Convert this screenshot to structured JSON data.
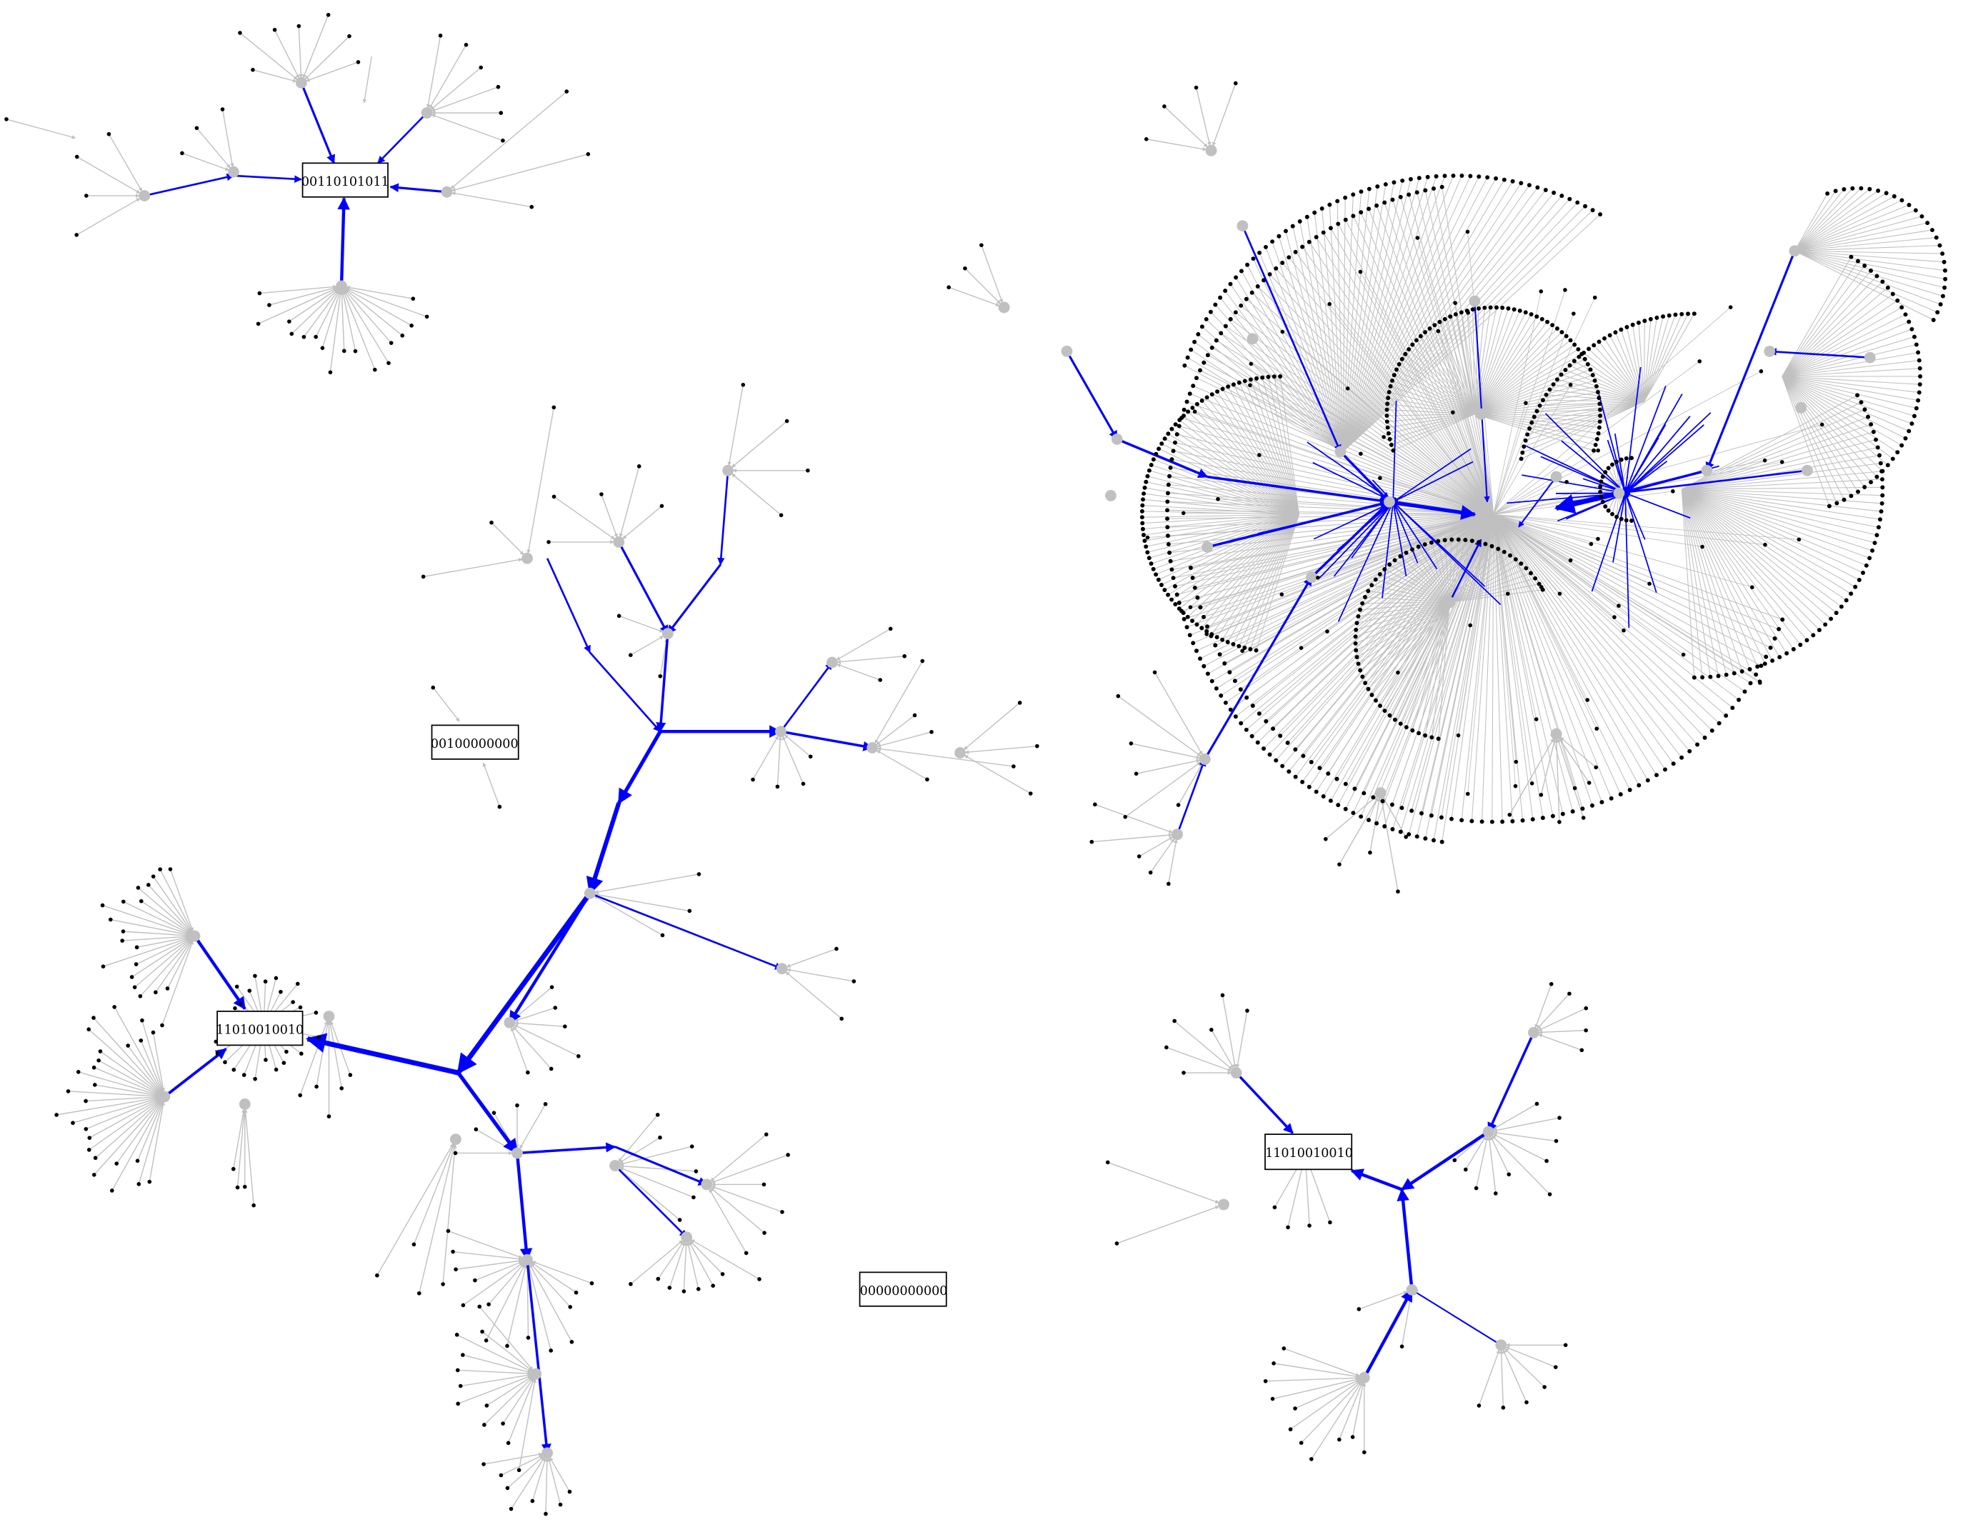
{
  "colors": {
    "background": "#ffffff",
    "edge_gray": "#c0c0c0",
    "edge_blue": "#0000ff",
    "leaf": "#000000",
    "box_stroke": "#000000"
  },
  "labeled_nodes": [
    {
      "id": "root-a",
      "label": "00110101011"
    },
    {
      "id": "root-b",
      "label": "00100000000"
    },
    {
      "id": "root-c",
      "label": "11010010010"
    },
    {
      "id": "root-d",
      "label": "00000000000"
    },
    {
      "id": "root-e",
      "label": "11010010010"
    }
  ]
}
